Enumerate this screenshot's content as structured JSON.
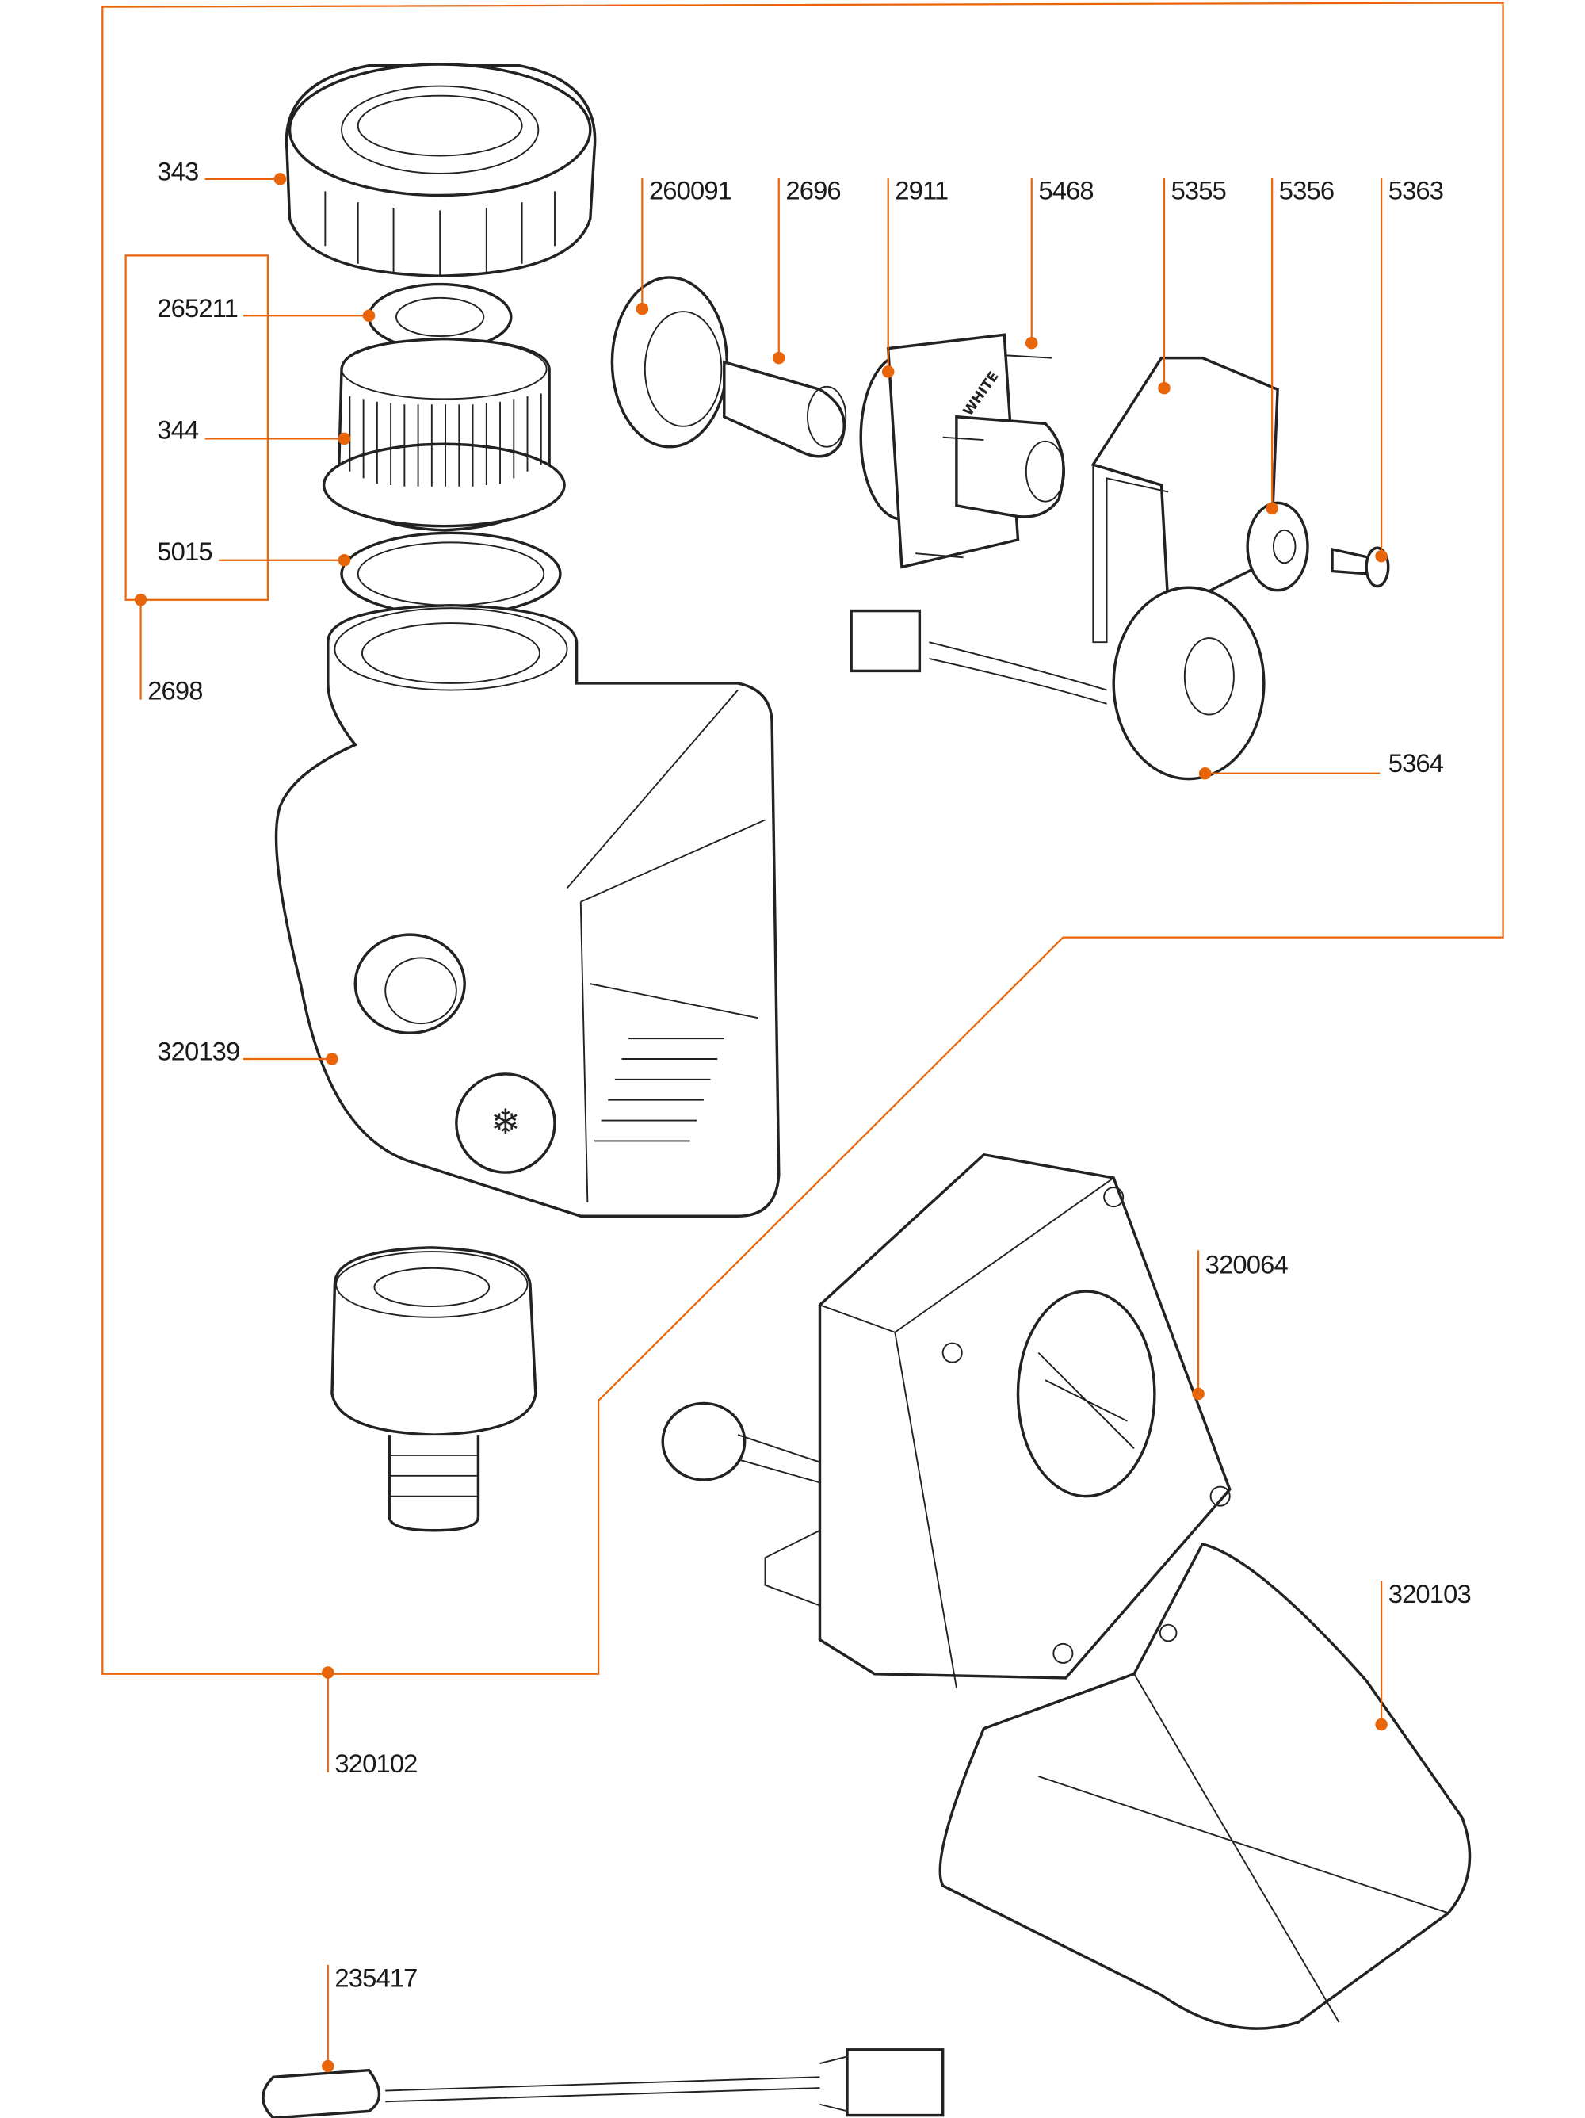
{
  "diagram": {
    "type": "exploded-parts-diagram",
    "accent_color": "#e8650a",
    "labels": {
      "p343": "343",
      "p265211": "265211",
      "p344": "344",
      "p5015": "5015",
      "p2698": "2698",
      "p260091": "260091",
      "p2696": "2696",
      "p2911": "2911",
      "p5468": "5468",
      "p5355": "5355",
      "p5356": "5356",
      "p5363": "5363",
      "p5364": "5364",
      "p320139": "320139",
      "p320102": "320102",
      "p320064": "320064",
      "p320103": "320103",
      "p235417": "235417"
    },
    "embossed_text": "WHITE"
  }
}
